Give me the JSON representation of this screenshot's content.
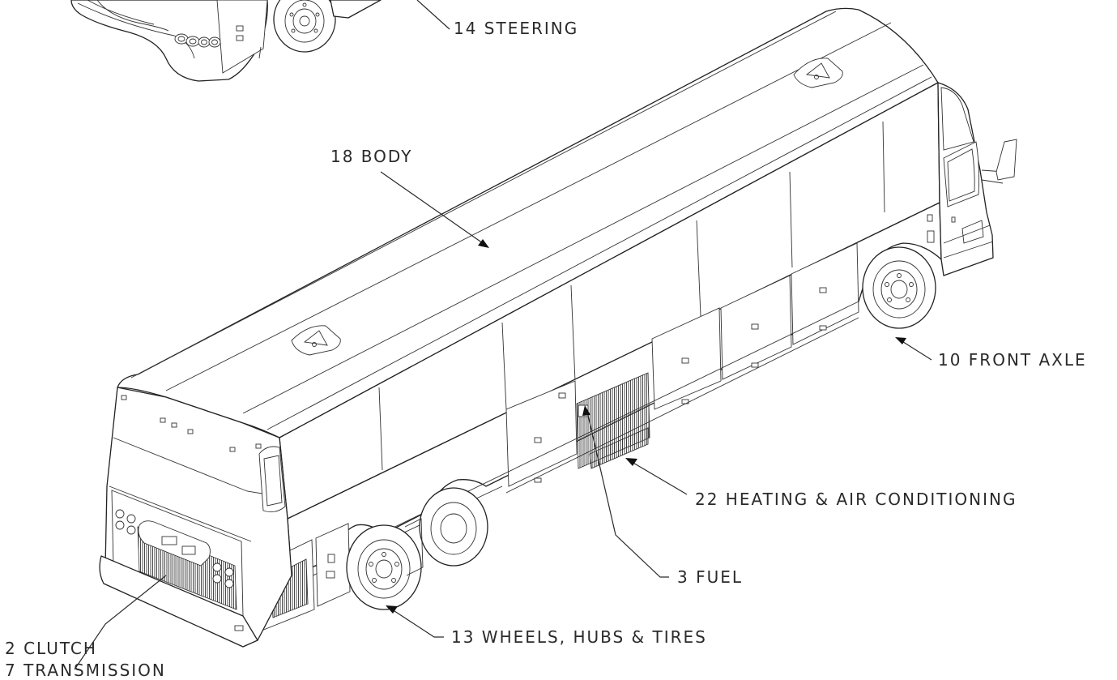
{
  "diagram": {
    "callouts": [
      {
        "id": "steering",
        "label": "14 STEERING"
      },
      {
        "id": "body",
        "label": "18 BODY"
      },
      {
        "id": "front-axle",
        "label": "10 FRONT AXLE"
      },
      {
        "id": "heating",
        "label": "22 HEATING & AIR CONDITIONING"
      },
      {
        "id": "fuel",
        "label": "3 FUEL"
      },
      {
        "id": "wheels",
        "label": "13 WHEELS, HUBS & TIRES"
      },
      {
        "id": "clutch",
        "label": "2 CLUTCH"
      },
      {
        "id": "transmission",
        "label": "7 TRANSMISSION"
      }
    ]
  }
}
